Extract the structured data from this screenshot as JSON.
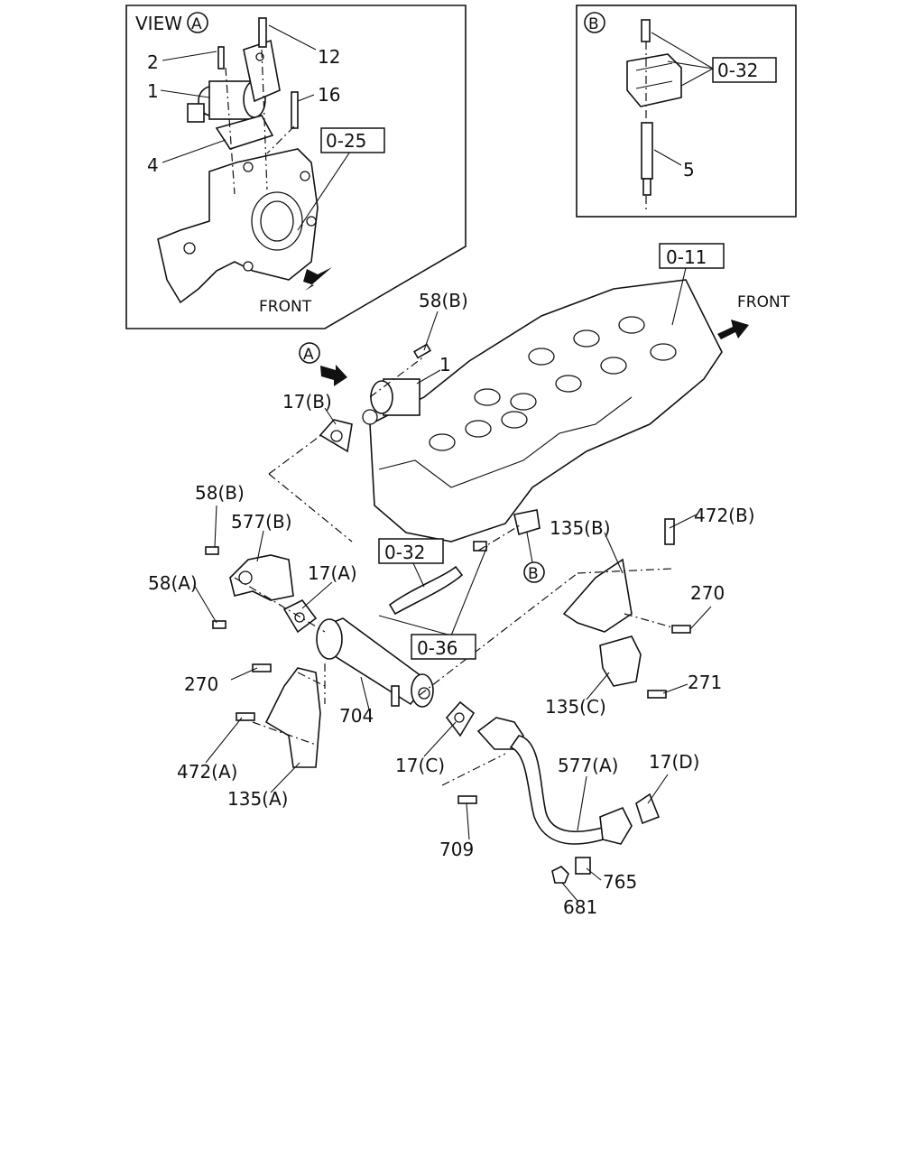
{
  "view_a_panel": {
    "title": "VIEW",
    "circle_letter": "A",
    "front_label": "FRONT"
  },
  "view_b_panel": {
    "circle_letter": "B"
  },
  "main": {
    "front_label": "FRONT",
    "view_a_marker": "A",
    "view_b_marker": "B"
  },
  "callouts": [
    "2",
    "12",
    "1",
    "16",
    "4",
    "0-25",
    "0-32",
    "5",
    "0-11",
    "58(B)",
    "1",
    "17(B)",
    "58(B)",
    "577(B)",
    "58(A)",
    "17(A)",
    "0-32",
    "0-36",
    "135(B)",
    "472(B)",
    "270",
    "271",
    "135(C)",
    "270",
    "704",
    "472(A)",
    "135(A)",
    "17(C)",
    "577(A)",
    "17(D)",
    "709",
    "765",
    "681"
  ]
}
